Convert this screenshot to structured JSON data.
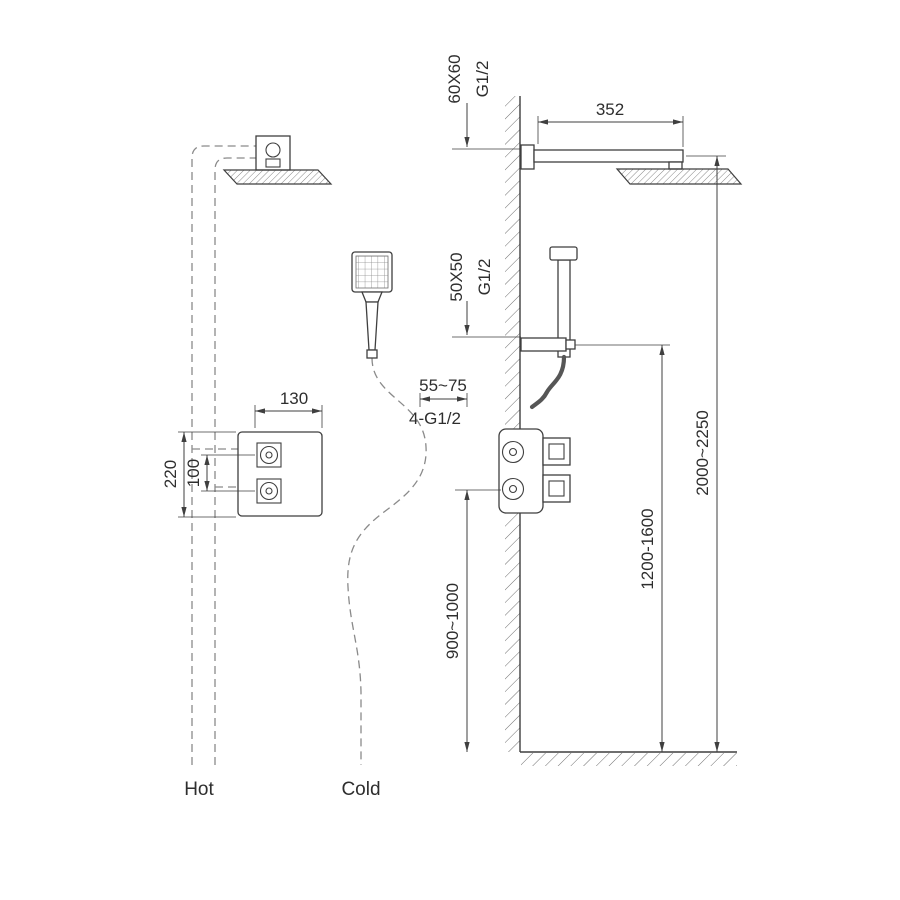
{
  "colors": {
    "line": "#3f3f3f",
    "dashed_pipe": "#8a8a8a",
    "text": "#2e2e2e",
    "background": "#ffffff"
  },
  "front_view": {
    "dim_valve_width": "130",
    "dim_valve_height": "220",
    "dim_handle_spacing": "100",
    "label_hot": "Hot",
    "label_cold": "Cold"
  },
  "section_view": {
    "dim_arm_size": "60X60",
    "dim_arm_thread": "G1/2",
    "dim_arm_length": "352",
    "dim_holder_size": "50X50",
    "dim_holder_thread": "G1/2",
    "dim_valve_depth": "55~75",
    "dim_valve_connections": "4-G1/2",
    "dim_valve_floor_height": "900~1000",
    "dim_holder_floor_height": "1200-1600",
    "dim_head_floor_height": "2000~2250"
  }
}
